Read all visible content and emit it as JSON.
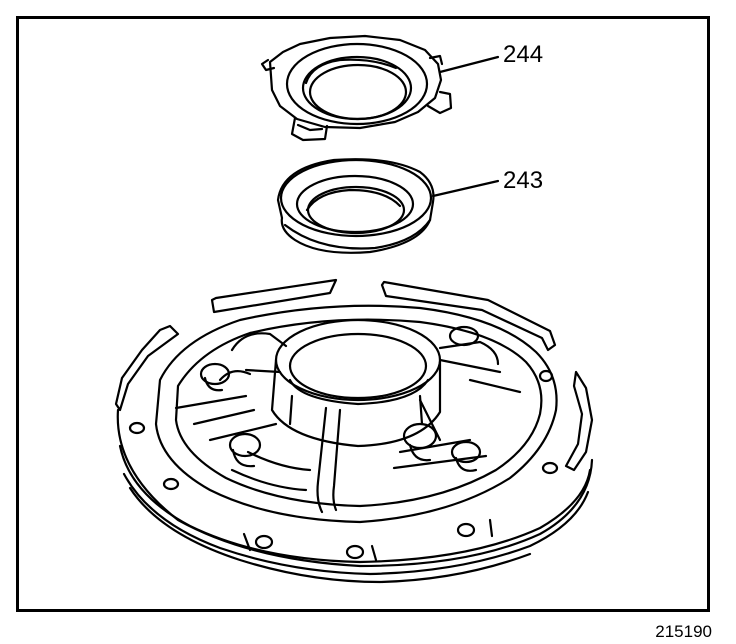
{
  "figure": {
    "callouts": [
      {
        "id": "244",
        "label": "244"
      },
      {
        "id": "243",
        "label": "243"
      }
    ],
    "figure_number": "215190"
  },
  "colors": {
    "ink": "#000000",
    "paper": "#ffffff"
  }
}
